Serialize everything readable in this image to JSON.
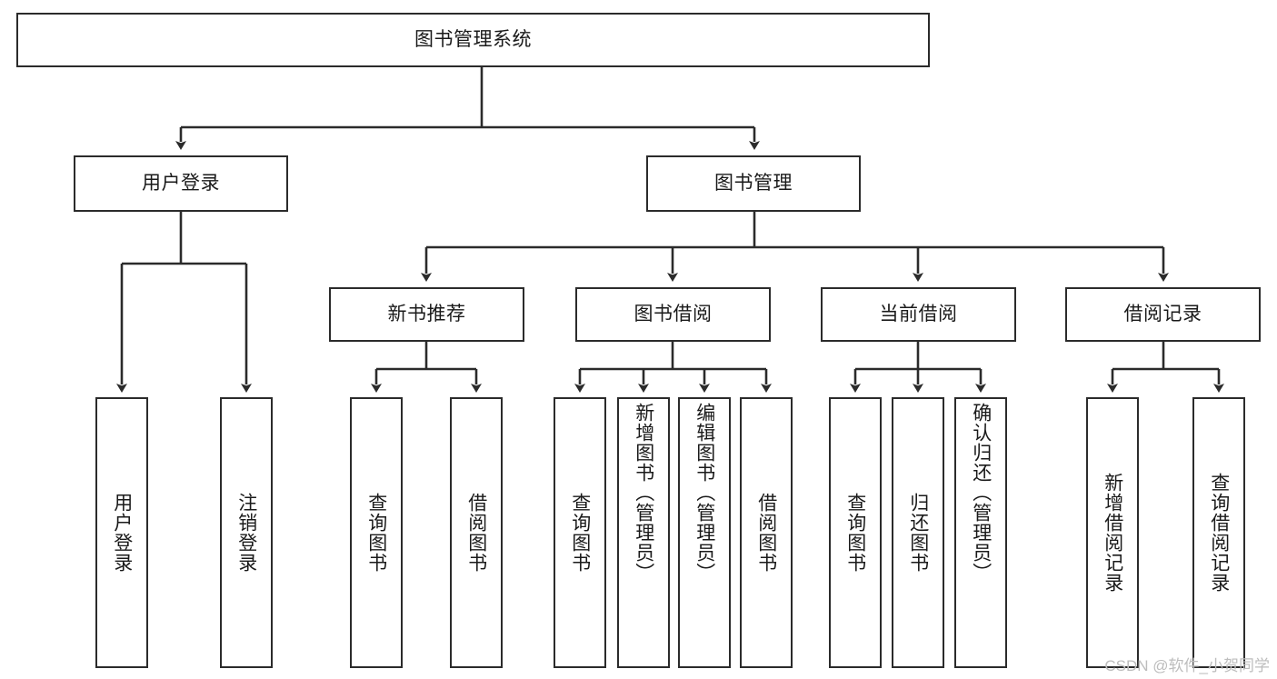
{
  "diagram": {
    "type": "tree-hierarchy",
    "title": "图书管理系统",
    "watermark": "CSDN @软件_小贺同学",
    "colors": {
      "stroke": "#2b2b2b",
      "fill": "#ffffff",
      "text": "#1a1a1a",
      "watermark": "#bdbdbd"
    },
    "levels": {
      "root": {
        "label": "图书管理系统",
        "orientation": "horizontal"
      },
      "level2": [
        {
          "label": "用户登录",
          "orientation": "horizontal"
        },
        {
          "label": "图书管理",
          "orientation": "horizontal"
        }
      ],
      "level3": [
        {
          "label": "新书推荐",
          "orientation": "horizontal",
          "parent": "图书管理"
        },
        {
          "label": "图书借阅",
          "orientation": "horizontal",
          "parent": "图书管理"
        },
        {
          "label": "当前借阅",
          "orientation": "horizontal",
          "parent": "图书管理"
        },
        {
          "label": "借阅记录",
          "orientation": "horizontal",
          "parent": "图书管理"
        }
      ],
      "leaves": [
        {
          "label": "用户登录",
          "orientation": "vertical",
          "parent": "用户登录"
        },
        {
          "label": "注销登录",
          "orientation": "vertical",
          "parent": "用户登录"
        },
        {
          "label": "查询图书",
          "orientation": "vertical",
          "parent": "新书推荐"
        },
        {
          "label": "借阅图书",
          "orientation": "vertical",
          "parent": "新书推荐"
        },
        {
          "label": "查询图书",
          "orientation": "vertical",
          "parent": "图书借阅"
        },
        {
          "label": "新增图书（管理员）",
          "orientation": "vertical",
          "parent": "图书借阅"
        },
        {
          "label": "编辑图书（管理员）",
          "orientation": "vertical",
          "parent": "图书借阅"
        },
        {
          "label": "借阅图书",
          "orientation": "vertical",
          "parent": "图书借阅"
        },
        {
          "label": "查询图书",
          "orientation": "vertical",
          "parent": "当前借阅"
        },
        {
          "label": "归还图书",
          "orientation": "vertical",
          "parent": "当前借阅"
        },
        {
          "label": "确认归还（管理员）",
          "orientation": "vertical",
          "parent": "当前借阅"
        },
        {
          "label": "新增借阅记录",
          "orientation": "vertical",
          "parent": "借阅记录"
        },
        {
          "label": "查询借阅记录",
          "orientation": "vertical",
          "parent": "借阅记录"
        }
      ]
    }
  }
}
